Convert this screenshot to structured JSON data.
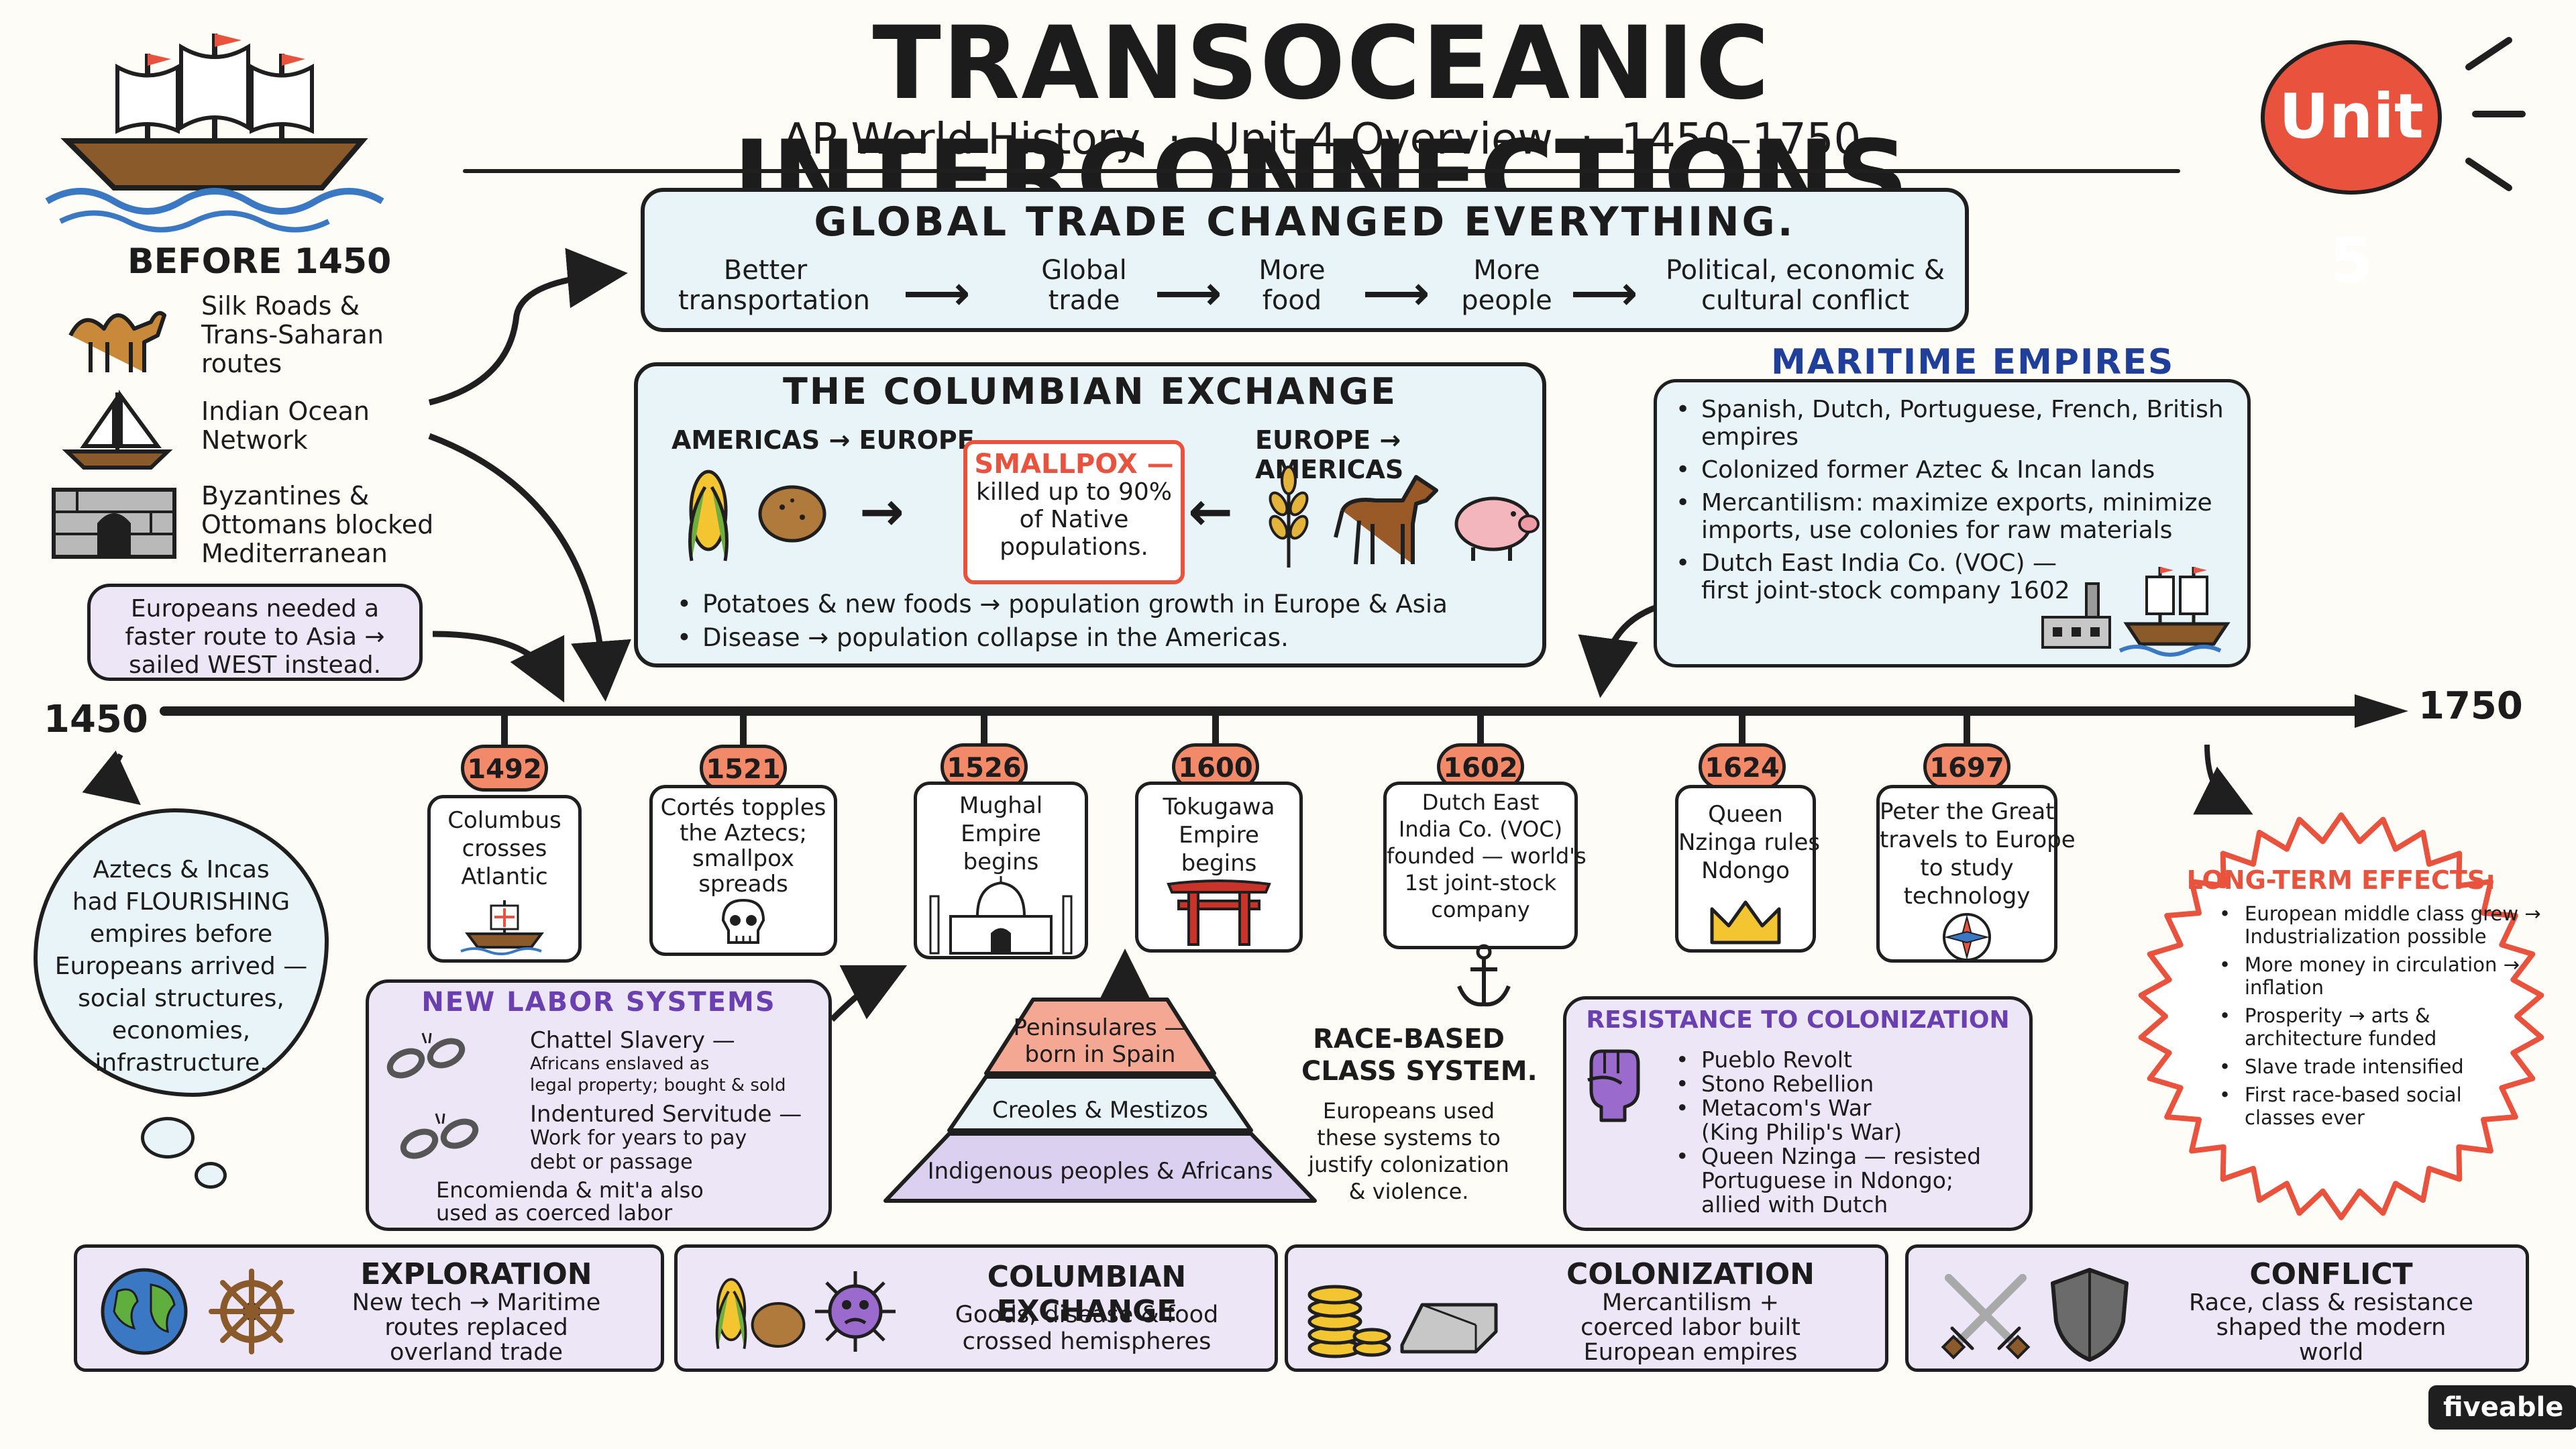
{
  "header": {
    "title": "TRANSOCEANIC INTERCONNECTIONS",
    "subtitle": "AP World History  ·  Unit 4 Overview  ·  1450–1750",
    "badge": "Unit 5"
  },
  "before": {
    "heading": "BEFORE 1450",
    "items": [
      {
        "icon": "camel-icon",
        "lines": [
          "Silk Roads &",
          "Trans-Saharan",
          "routes"
        ]
      },
      {
        "icon": "sailboat-icon",
        "lines": [
          "Indian Ocean",
          "Network"
        ]
      },
      {
        "icon": "wall-gate-icon",
        "lines": [
          "Byzantines &",
          "Ottomans blocked",
          "Mediterranean"
        ]
      }
    ],
    "note_lines": [
      "Europeans needed a",
      "faster route to Asia →",
      "sailed WEST instead."
    ]
  },
  "trade": {
    "heading": "GLOBAL TRADE CHANGED EVERYTHING.",
    "steps": [
      [
        "Better",
        "transportation"
      ],
      [
        "Global",
        "trade"
      ],
      [
        "More",
        "food"
      ],
      [
        "More",
        "people"
      ],
      [
        "Political, economic &",
        "cultural conflict"
      ]
    ]
  },
  "columbian": {
    "heading": "THE COLUMBIAN EXCHANGE",
    "left_label": "AMERICAS → EUROPE",
    "right_label": "EUROPE → AMERICAS",
    "smallpox_title": "SMALLPOX —",
    "smallpox_lines": [
      "killed up to 90%",
      "of Native",
      "populations."
    ],
    "bullets": [
      "Potatoes & new foods → population growth in Europe & Asia",
      "Disease → population collapse in the Americas."
    ]
  },
  "maritime": {
    "heading": "MARITIME EMPIRES",
    "bullets": [
      [
        "Spanish, Dutch, Portuguese, French, British",
        "empires"
      ],
      [
        "Colonized former Aztec & Incan lands"
      ],
      [
        "Mercantilism: maximize exports, minimize",
        "imports, use colonies for raw materials"
      ],
      [
        "Dutch East India Co. (VOC) —",
        "first joint-stock company 1602"
      ]
    ]
  },
  "timeline": {
    "start": "1450",
    "end": "1750",
    "events": [
      {
        "year": "1492",
        "lines": [
          "Columbus",
          "crosses",
          "Atlantic"
        ],
        "icon": "ship-icon"
      },
      {
        "year": "1521",
        "lines": [
          "Cortés topples",
          "the Aztecs;",
          "smallpox",
          "spreads"
        ],
        "icon": "skull-icon"
      },
      {
        "year": "1526",
        "lines": [
          "Mughal",
          "Empire",
          "begins"
        ],
        "icon": "taj-mahal-icon"
      },
      {
        "year": "1600",
        "lines": [
          "Tokugawa",
          "Empire",
          "begins"
        ],
        "icon": "torii-gate-icon"
      },
      {
        "year": "1602",
        "lines": [
          "Dutch East",
          "India Co. (VOC)",
          "founded — world's",
          "1st joint-stock",
          "company"
        ],
        "icon": "anchor-icon"
      },
      {
        "year": "1624",
        "lines": [
          "Queen",
          "Nzinga rules",
          "Ndongo"
        ],
        "icon": "crown-icon"
      },
      {
        "year": "1697",
        "lines": [
          "Peter the Great",
          "travels to Europe",
          "to study",
          "technology"
        ],
        "icon": "compass-icon"
      }
    ]
  },
  "thought": {
    "lines": [
      "Aztecs & Incas",
      "had FLOURISHING",
      "empires before",
      "Europeans arrived —",
      "social structures,",
      "economies,",
      "infrastructure."
    ]
  },
  "labor": {
    "heading": "NEW LABOR SYSTEMS",
    "item1_title": "Chattel Slavery —",
    "item1_lines": [
      "Africans enslaved as",
      "legal property; bought & sold"
    ],
    "item2_title": "Indentured Servitude —",
    "item2_lines": [
      "Work for years to pay",
      "debt or passage"
    ],
    "footer_lines": [
      "Encomienda & mit'a also",
      "used as coerced labor"
    ]
  },
  "pyramid": {
    "tiers": [
      [
        "Peninsulares —",
        "born in Spain"
      ],
      [
        "Creoles & Mestizos"
      ],
      [
        "Indigenous peoples & Africans"
      ]
    ]
  },
  "race": {
    "heading_lines": [
      "RACE-BASED",
      "CLASS SYSTEM."
    ],
    "body_lines": [
      "Europeans used",
      "these systems to",
      "justify colonization",
      "& violence."
    ]
  },
  "resistance": {
    "heading": "RESISTANCE TO COLONIZATION",
    "bullets": [
      [
        "Pueblo Revolt"
      ],
      [
        "Stono Rebellion"
      ],
      [
        "Metacom's War",
        "(King Philip's War)"
      ],
      [
        "Queen Nzinga — resisted",
        "Portuguese in Ndongo;",
        "allied with Dutch"
      ]
    ]
  },
  "effects": {
    "heading": "LONG-TERM EFFECTS:",
    "bullets": [
      [
        "European middle class grew →",
        "Industrialization possible"
      ],
      [
        "More money in circulation →",
        "inflation"
      ],
      [
        "Prosperity → arts &",
        "architecture funded"
      ],
      [
        "Slave trade intensified"
      ],
      [
        "First race-based social",
        "classes ever"
      ]
    ]
  },
  "themes": [
    {
      "title": "EXPLORATION",
      "lines": [
        "New tech → Maritime",
        "routes replaced",
        "overland trade"
      ]
    },
    {
      "title": "COLUMBIAN EXCHANGE",
      "lines": [
        "Goods, disease & food",
        "crossed hemispheres"
      ]
    },
    {
      "title": "COLONIZATION",
      "lines": [
        "Mercantilism +",
        "coerced labor built",
        "European empires"
      ]
    },
    {
      "title": "CONFLICT",
      "lines": [
        "Race, class & resistance",
        "shaped the modern",
        "world"
      ]
    }
  ],
  "brand": "fiveable",
  "colors": {
    "accent_red": "#e9523c",
    "salmon": "#f28a6a",
    "light_blue": "#e8f4f7",
    "lavender": "#ede6f6",
    "navy": "#1f3f9a",
    "purple_text": "#6a3fb0"
  }
}
